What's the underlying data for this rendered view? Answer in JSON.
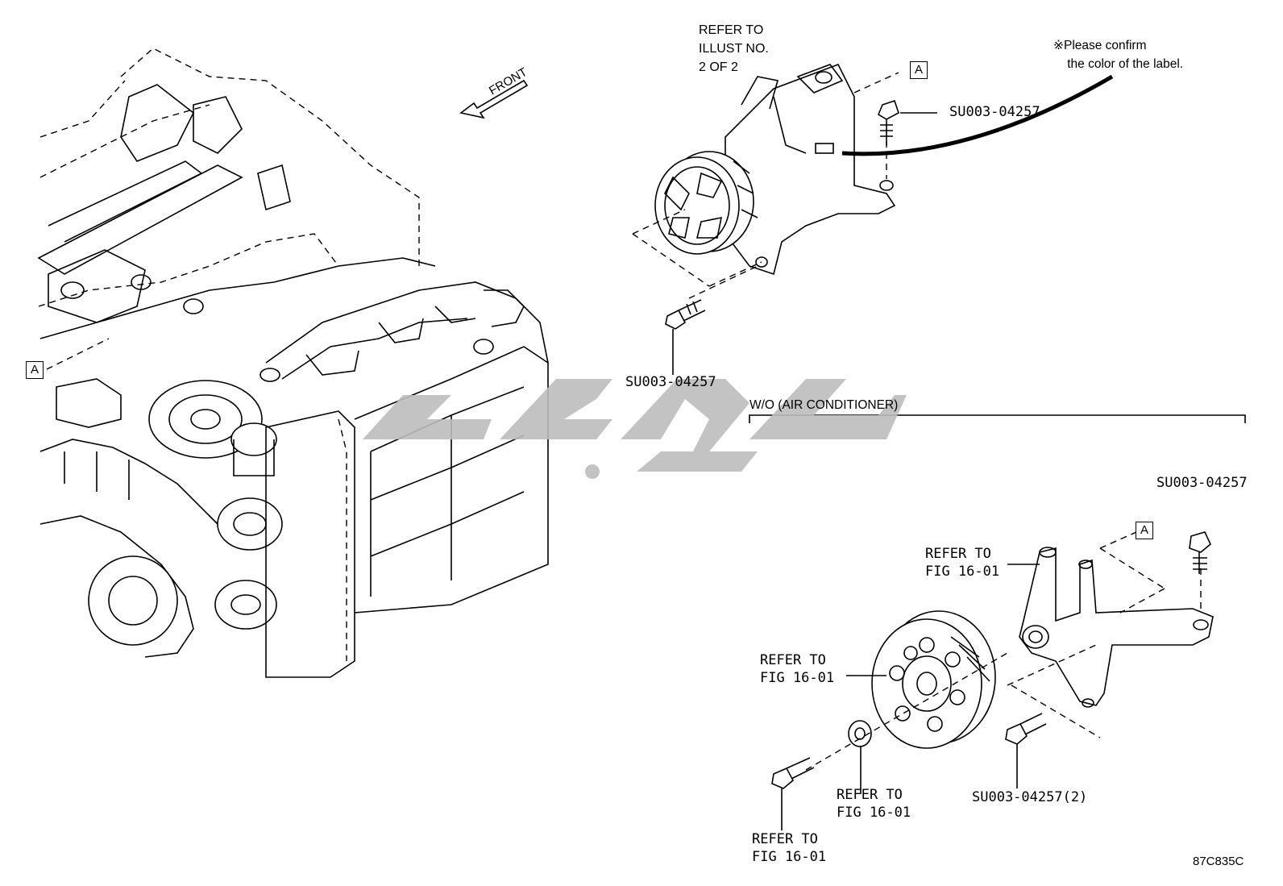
{
  "diagram": {
    "front_label": "FRONT",
    "note": "※Please confirm\n    the color of the label.",
    "refer_illust": "REFER TO\nILLUST NO.\n2 OF 2",
    "callout_letter": "A",
    "part_number": "SU003-04257",
    "part_number_qty2": "SU003-04257(2)",
    "refer_fig": "REFER TO\nFIG 16-01",
    "section_title": "W/O (AIR CONDITIONER)",
    "illustration_code": "87C835C",
    "watermark_colors": [
      "#bdbdbd"
    ]
  }
}
